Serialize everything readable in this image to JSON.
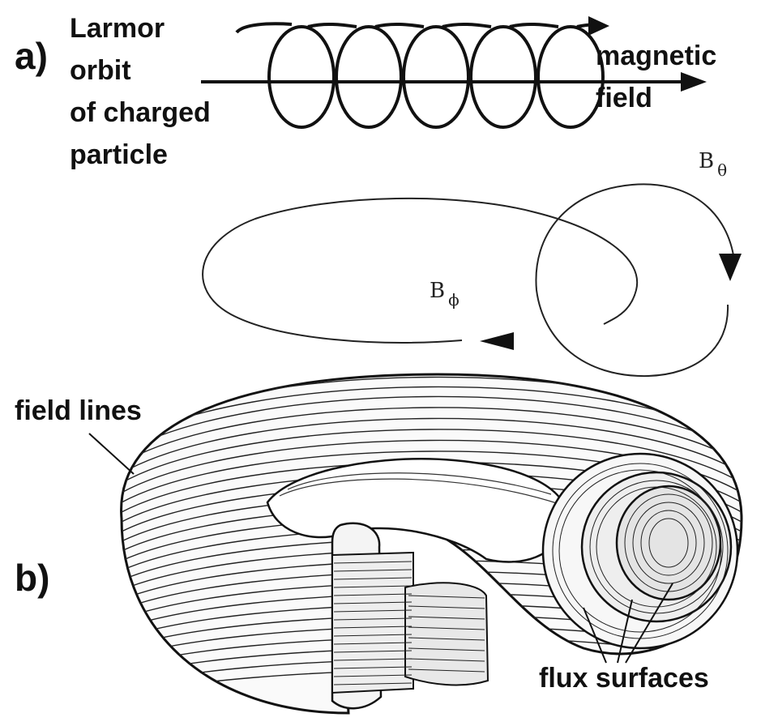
{
  "panel_a": {
    "letter": "a)",
    "label_lines": [
      "Larmor",
      "orbit",
      "of charged",
      "particle"
    ],
    "field_label_lines": [
      "magnetic",
      "field"
    ]
  },
  "field_components": {
    "b_theta": {
      "symbol": "B",
      "subscript": "θ"
    },
    "b_phi": {
      "symbol": "B",
      "subscript": "ϕ"
    }
  },
  "panel_b": {
    "letter": "b)",
    "field_lines_label": "field lines",
    "flux_surfaces_label": "flux surfaces"
  },
  "colors": {
    "ink": "#111111",
    "background": "#ffffff"
  }
}
